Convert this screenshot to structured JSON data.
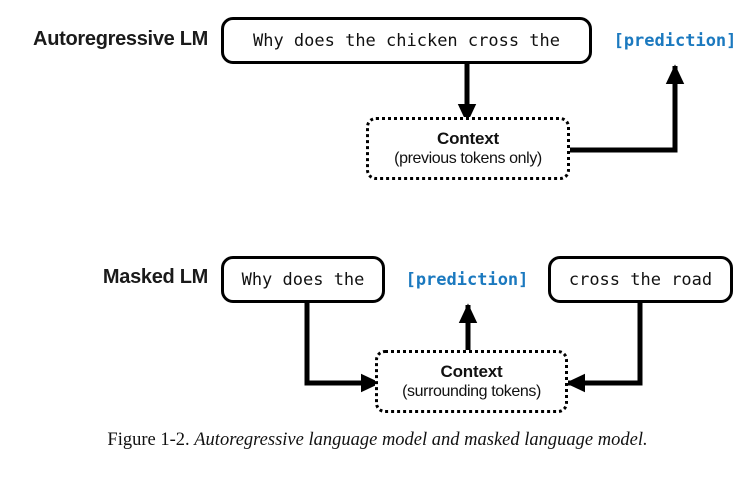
{
  "figure": {
    "caption_label": "Figure 1-2.",
    "caption_text": "Autoregressive language model and masked language model.",
    "background_color": "#ffffff",
    "line_color": "#000000",
    "prediction_color": "#1b79bf"
  },
  "rows": {
    "autoregressive": {
      "label": "Autoregressive LM",
      "input_box_text": "Why does the chicken cross the",
      "prediction_text": "[prediction]",
      "context": {
        "title": "Context",
        "subtitle": "(previous tokens only)"
      }
    },
    "masked": {
      "label": "Masked LM",
      "left_box_text": "Why does the",
      "prediction_text": "[prediction]",
      "right_box_text": "cross the road",
      "context": {
        "title": "Context",
        "subtitle": "(surrounding tokens)"
      }
    }
  }
}
